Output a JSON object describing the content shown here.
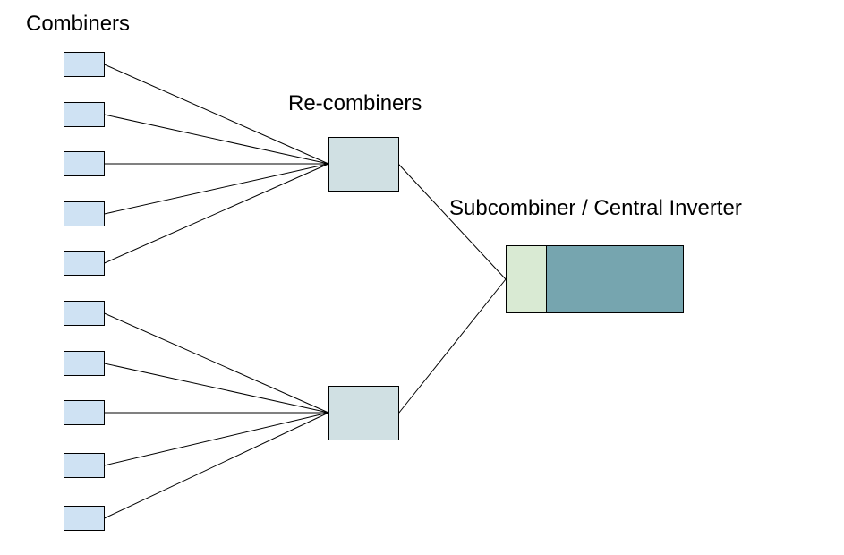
{
  "labels": {
    "combiners": "Combiners",
    "recombiners": "Re-combiners",
    "inverter": "Subcombiner / Central Inverter"
  },
  "nodes": {
    "combiners": [
      "combiner-1",
      "combiner-2",
      "combiner-3",
      "combiner-4",
      "combiner-5",
      "combiner-6",
      "combiner-7",
      "combiner-8",
      "combiner-9",
      "combiner-10"
    ],
    "recombiners": [
      "recombiner-top",
      "recombiner-bottom"
    ],
    "inverter": [
      "subcombiner-section",
      "central-inverter-section"
    ]
  },
  "colors": {
    "combiner_fill": "#cfe2f3",
    "recombiner_fill": "#d0e0e3",
    "subcombiner_fill": "#d9ead3",
    "inverter_fill": "#76a5af",
    "stroke": "#000000"
  }
}
